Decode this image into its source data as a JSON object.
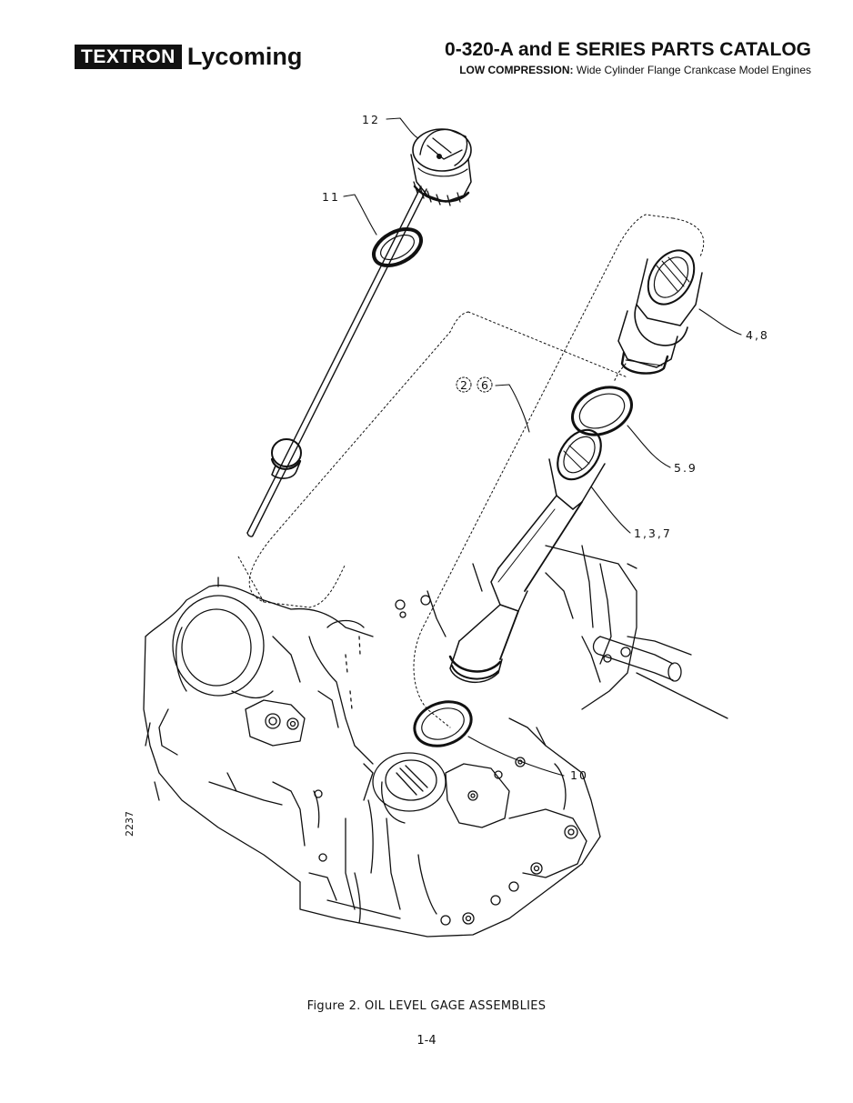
{
  "header": {
    "logo_box": "TEXTRON",
    "logo_word": "Lycoming",
    "title": "0-320-A and E SERIES PARTS CATALOG",
    "subtitle_bold": "LOW COMPRESSION:",
    "subtitle_rest": " Wide Cylinder Flange Crankcase Model Engines"
  },
  "callouts": {
    "c12": "12",
    "c11": "11",
    "c48": "4,8",
    "c26a": "2",
    "c26b": "6",
    "c59": "5.9",
    "c137": "1,3,7",
    "c10": "10"
  },
  "side_number": "2237",
  "caption": "Figure 2. OIL LEVEL GAGE ASSEMBLIES",
  "page_number": "1-4"
}
